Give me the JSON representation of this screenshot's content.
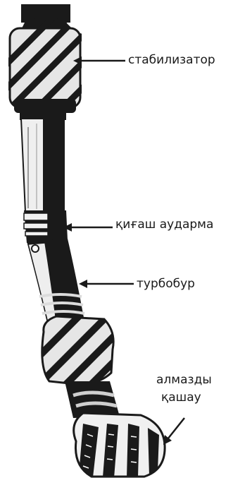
{
  "labels": {
    "stabilizer": "стабилизатор",
    "bent_sub": "қиғаш аударма",
    "turbodrill": "турбобур",
    "diamond_bit_line1": "алмазды",
    "diamond_bit_line2": "қашау"
  },
  "colors": {
    "ink": "#1a1a1a",
    "body_light": "#e9e9e9",
    "background": "#ffffff"
  }
}
